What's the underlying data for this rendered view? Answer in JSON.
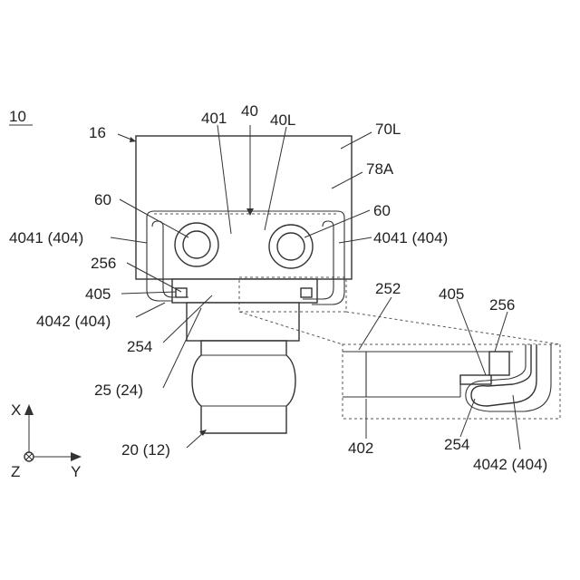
{
  "figure": {
    "labels": {
      "figure_number": "10",
      "housing": "16",
      "cover": "40",
      "cover_top": "401",
      "cover_left": "40L",
      "side_70l": "70L",
      "region_78a": "78A",
      "screw_left": "60",
      "screw_right": "60",
      "arm_left": "4041 (404)",
      "arm_right": "4041 (404)",
      "tab_left": "256",
      "tab_right": "405",
      "hook_left": "405",
      "hook_right": "4042 (404)",
      "hook_left_bottom": "4042 (404)",
      "notch": "254",
      "body_label": "25 (24)",
      "plug_label": "20 (12)",
      "detail_252": "252",
      "detail_405": "405",
      "detail_256": "256",
      "detail_402": "402",
      "detail_254": "254",
      "detail_4042": "4042 (404)"
    },
    "axes": {
      "x_label": "X",
      "y_label": "Y",
      "z_label": "Z"
    }
  }
}
